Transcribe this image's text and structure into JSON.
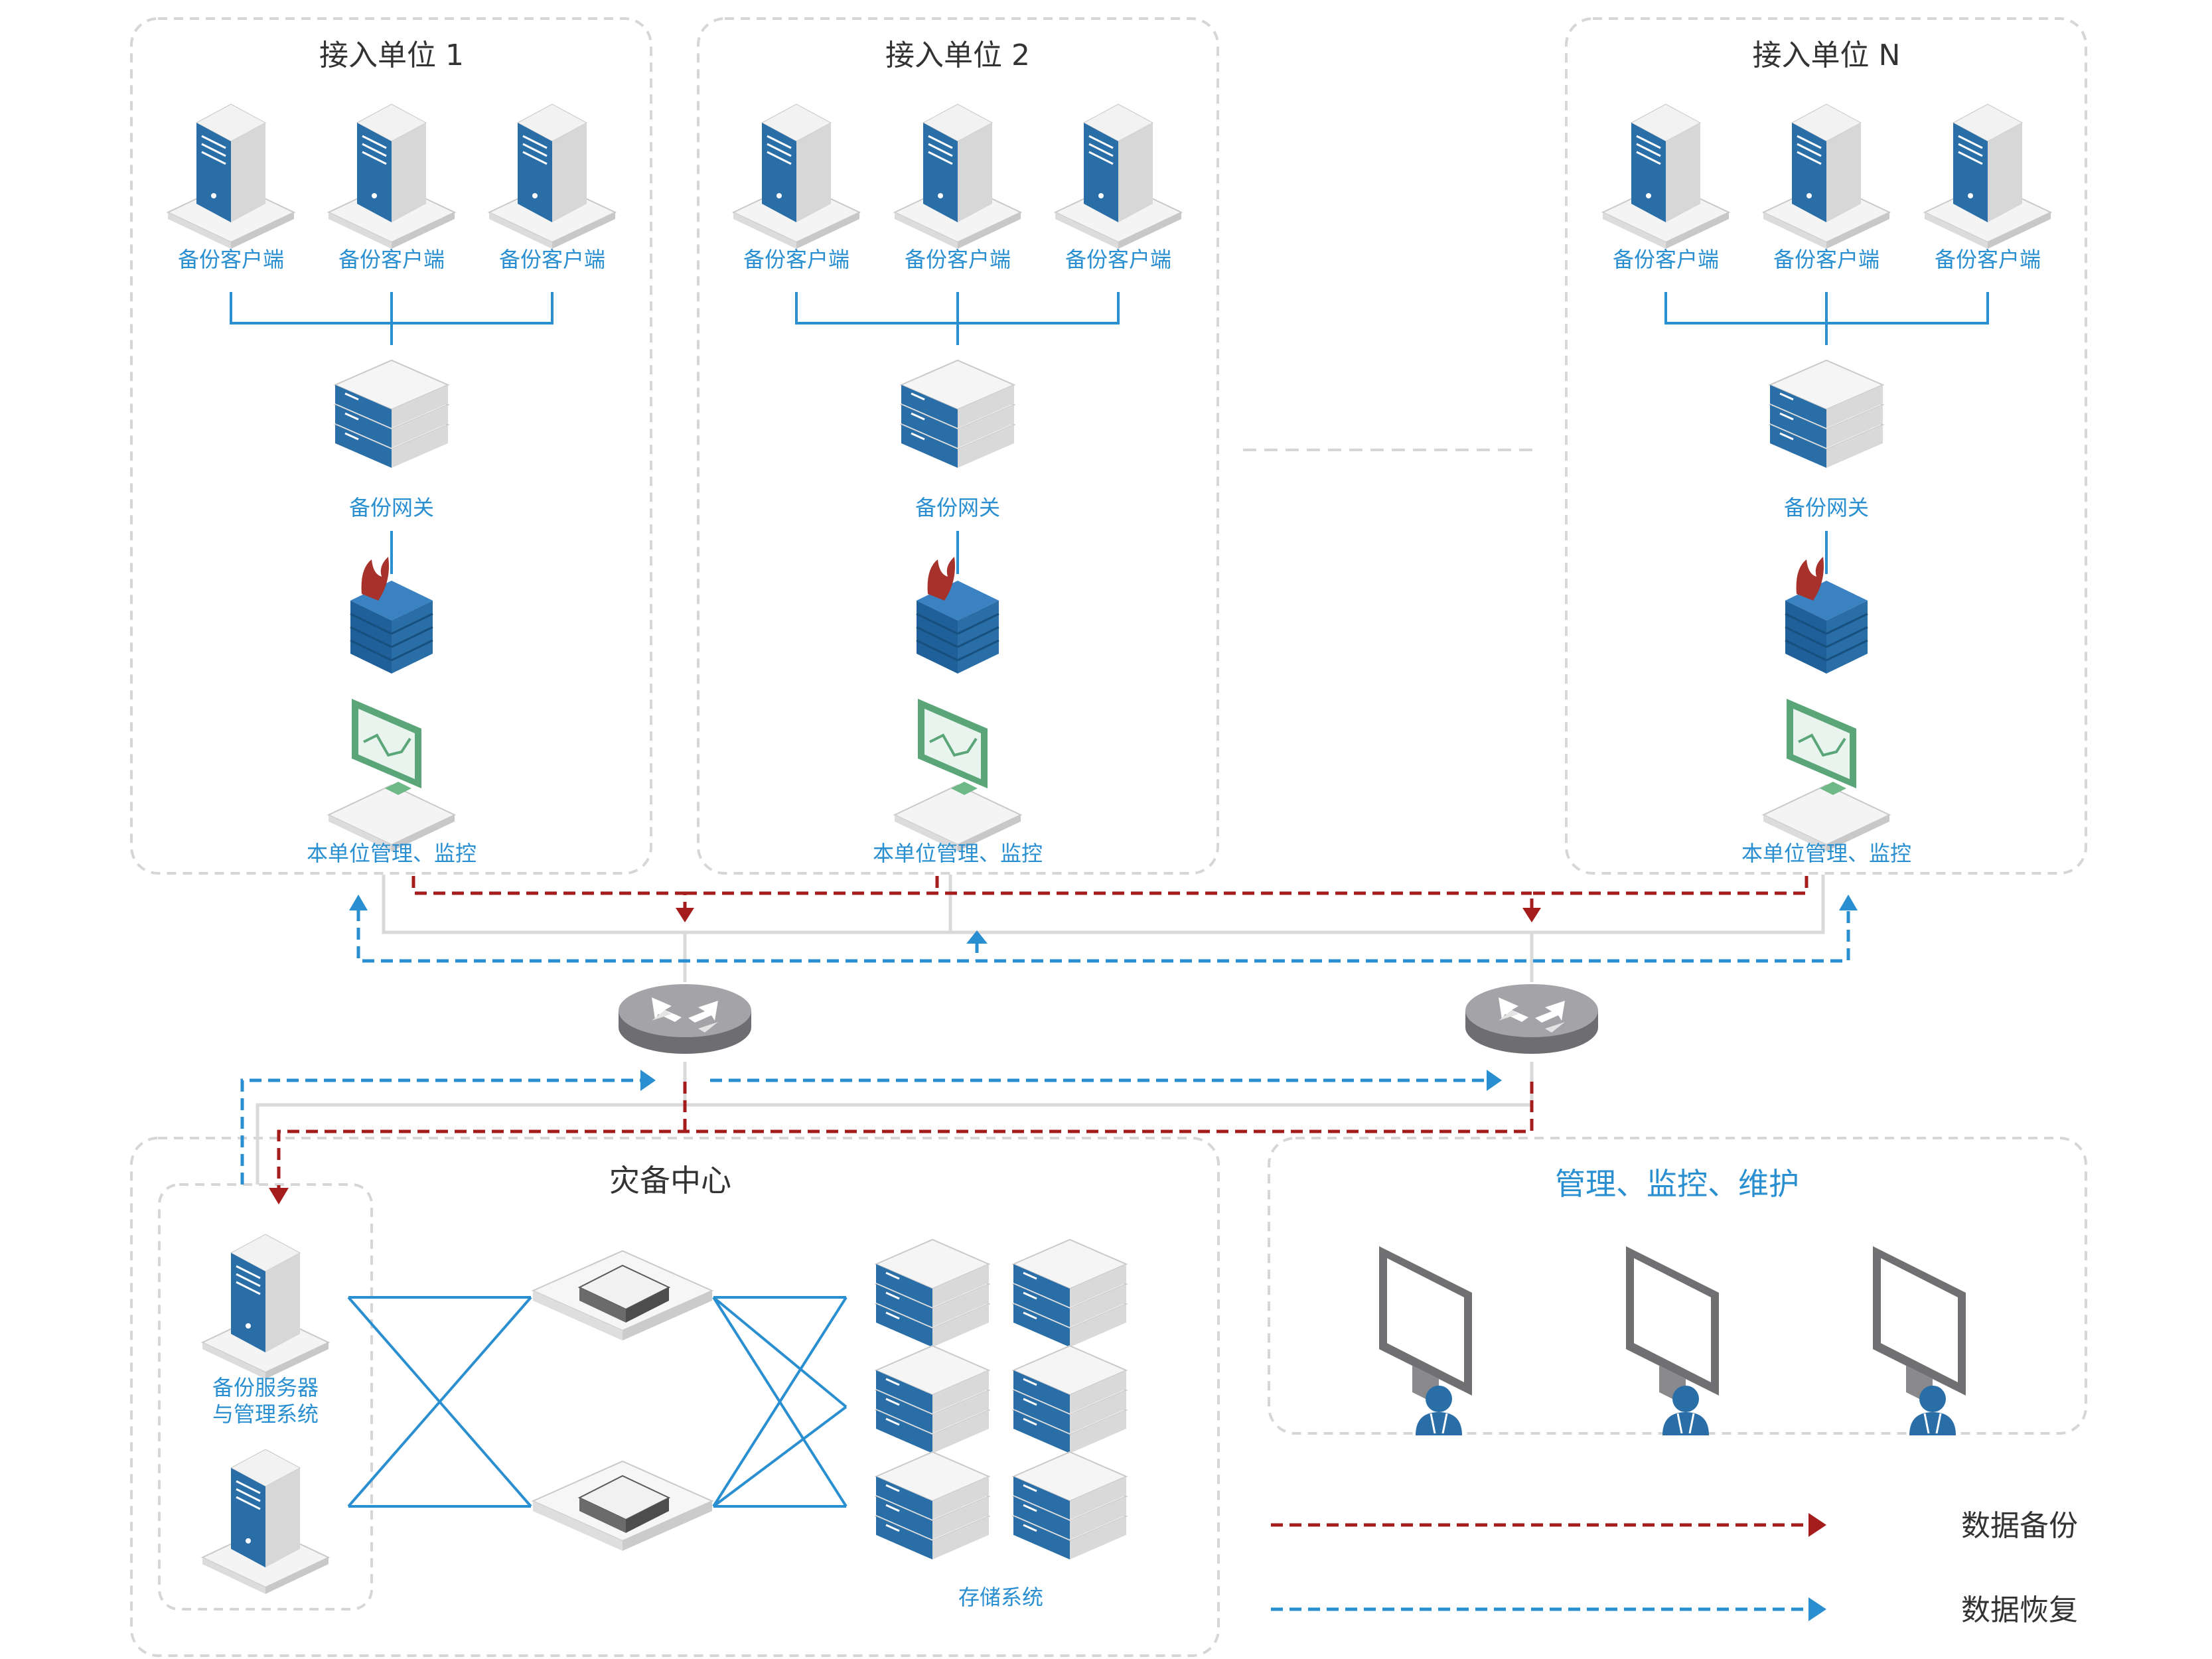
{
  "units": [
    {
      "title": "接入单位 1",
      "clients": [
        "备份客户端",
        "备份客户端",
        "备份客户端"
      ],
      "gateway_label": "备份网关",
      "monitor_label": "本单位管理、监控"
    },
    {
      "title": "接入单位 2",
      "clients": [
        "备份客户端",
        "备份客户端",
        "备份客户端"
      ],
      "gateway_label": "备份网关",
      "monitor_label": "本单位管理、监控"
    },
    {
      "title": "接入单位 N",
      "clients": [
        "备份客户端",
        "备份客户端",
        "备份客户端"
      ],
      "gateway_label": "备份网关",
      "monitor_label": "本单位管理、监控"
    }
  ],
  "dr_center": {
    "title": "灾备中心",
    "server_label_line1": "备份服务器",
    "server_label_line2": "与管理系统",
    "storage_label": "存储系统"
  },
  "management": {
    "title": "管理、监控、维护"
  },
  "legend": {
    "backup": "数据备份",
    "restore": "数据恢复"
  },
  "colors": {
    "backup": "#a51c1c",
    "restore": "#2a8fd0",
    "accent": "#2a8fd0",
    "frame": "#d6d6d6"
  },
  "icons": [
    "server-icon",
    "gateway-icon",
    "firewall-icon",
    "monitor-icon",
    "router-icon",
    "switch-icon",
    "storage-icon",
    "user-terminal-icon"
  ]
}
